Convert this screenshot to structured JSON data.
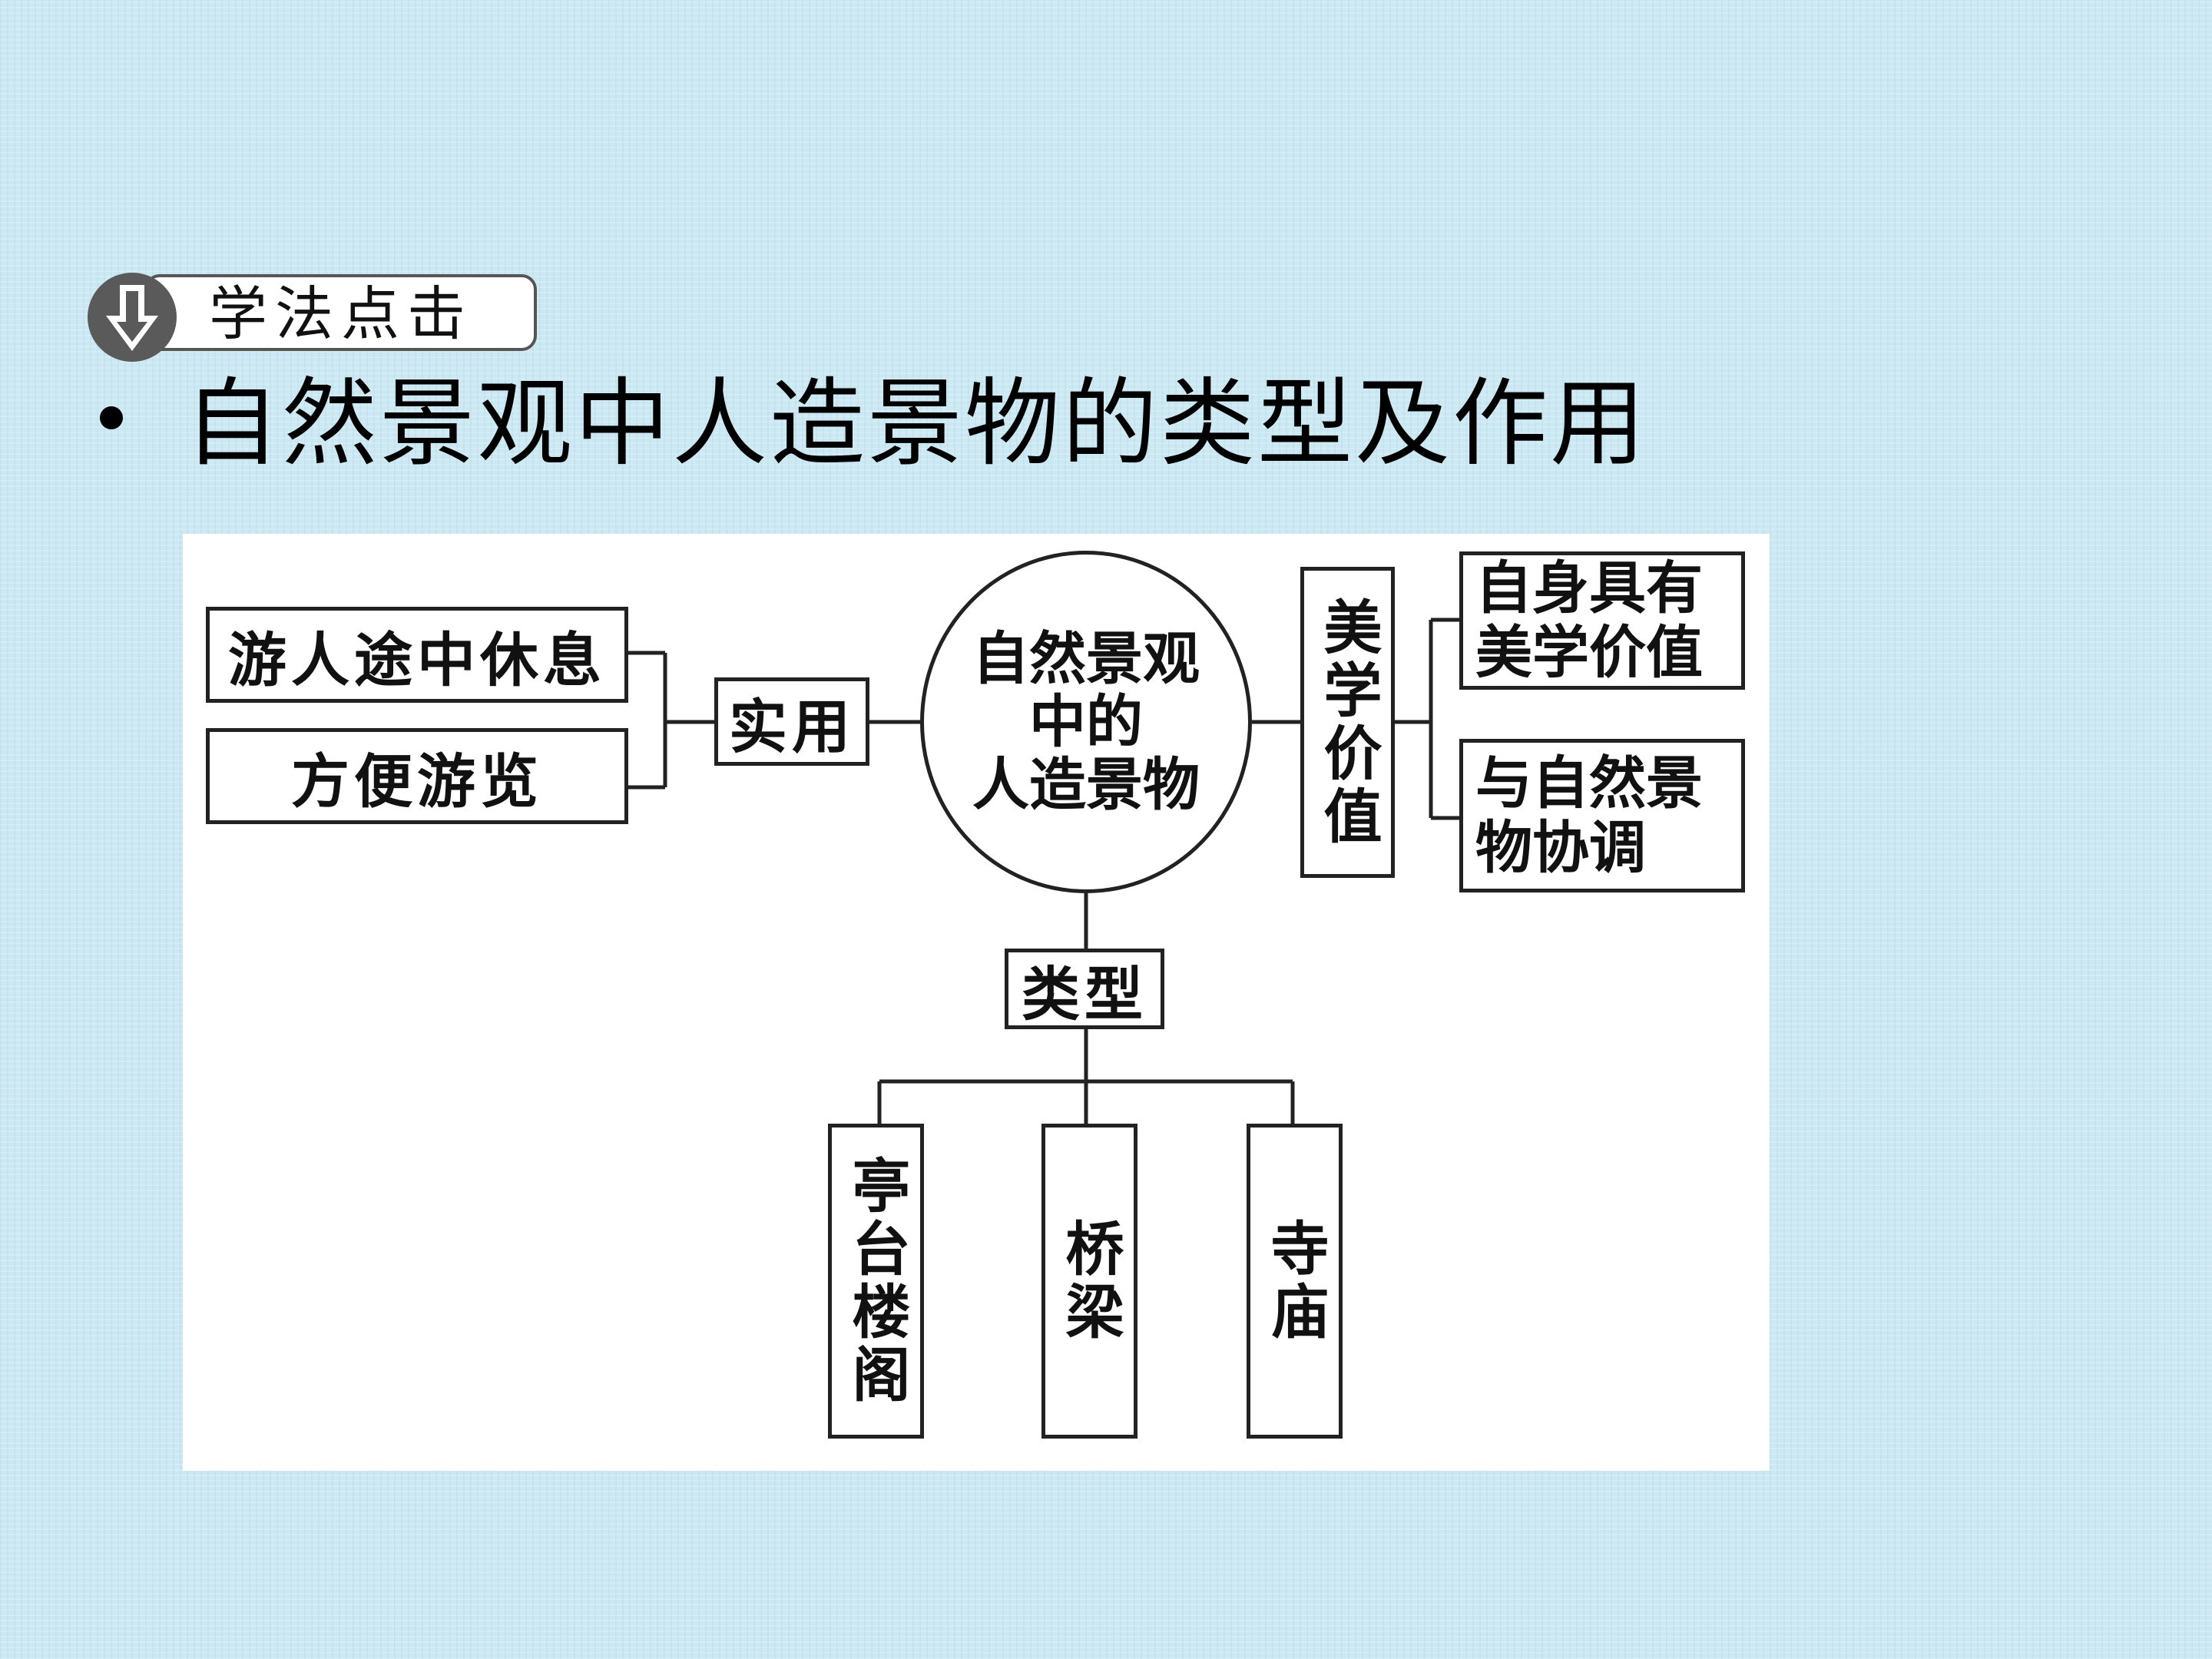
{
  "badge": {
    "label": "学法点击",
    "icon": "down-arrow-circle-icon"
  },
  "slide_title": "自然景观中人造景物的类型及作用",
  "diagram": {
    "center": {
      "line1": "自然景观",
      "line2": "中的",
      "line3": "人造景物"
    },
    "practical": {
      "label": "实用",
      "item1": "游人途中休息",
      "item2": "方便游览"
    },
    "aesthetic": {
      "label": "美学价值",
      "item1": {
        "line1": "自身具有",
        "line2": "美学价值"
      },
      "item2": {
        "line1": "与自然景",
        "line2": "物协调"
      }
    },
    "types": {
      "label": "类型",
      "item1": "亭台楼阁",
      "item2": "桥梁",
      "item3": "寺庙"
    }
  },
  "colors": {
    "background": "#cbe8f3",
    "badge_circle": "#5a5a5a",
    "line": "#222222"
  }
}
